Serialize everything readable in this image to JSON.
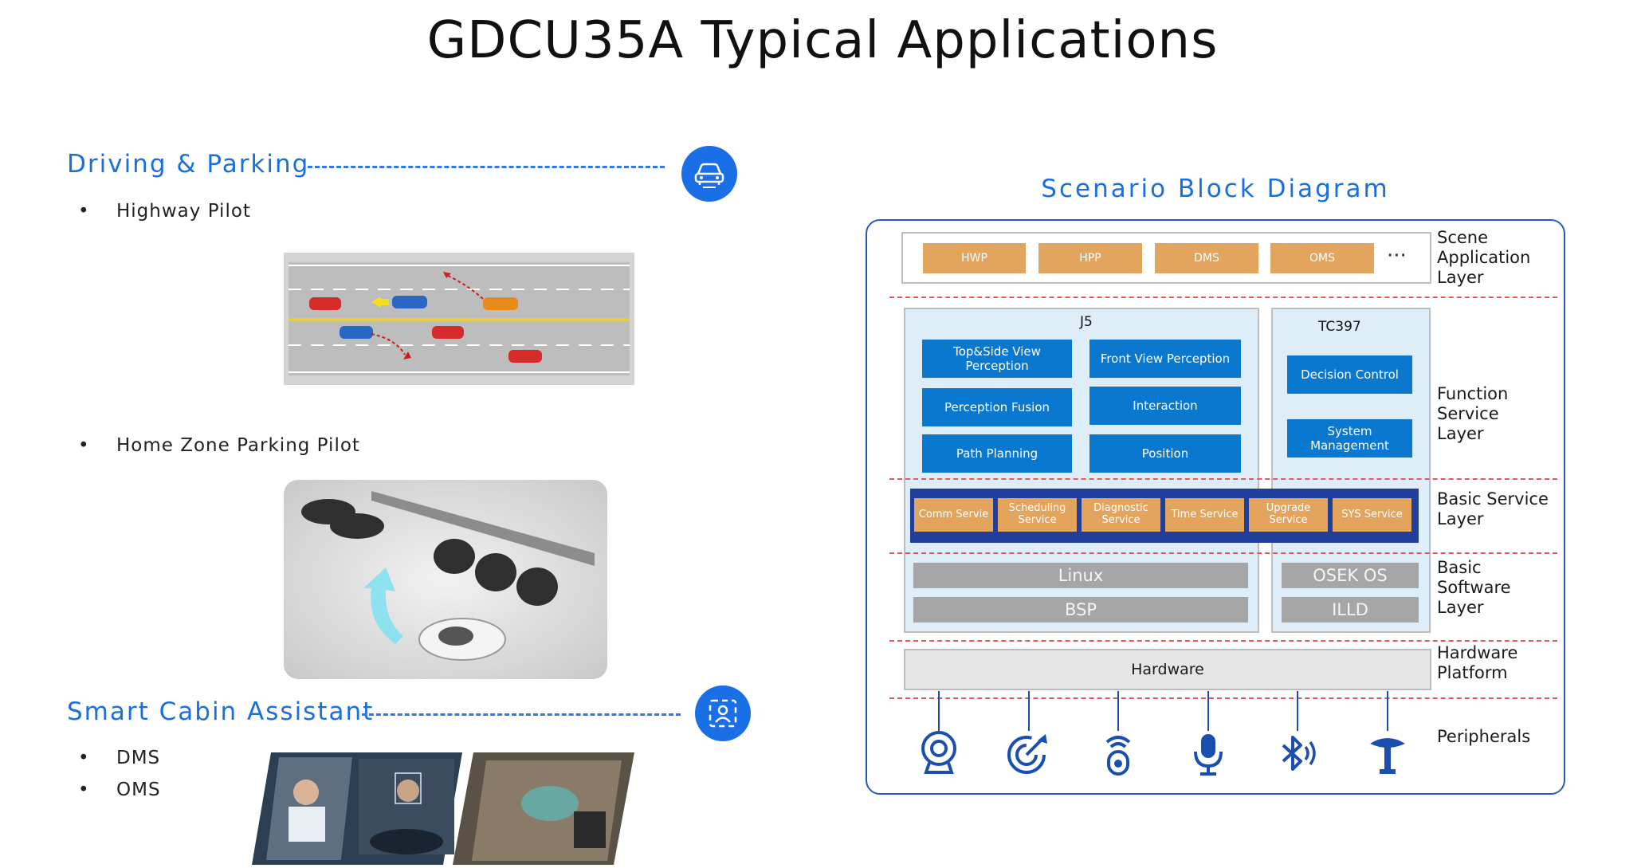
{
  "title": "GDCU35A Typical Applications",
  "left": {
    "driving": {
      "title": "Driving & Parking",
      "icon": "car-icon",
      "bullets": [
        "Highway Pilot",
        "Home Zone Parking Pilot"
      ]
    },
    "cabin": {
      "title": "Smart Cabin Assistant",
      "icon": "cabin-monitor-icon",
      "bullets": [
        "DMS",
        "OMS"
      ]
    }
  },
  "diagram": {
    "title": "Scenario Block Diagram",
    "scene_apps": [
      "HWP",
      "HPP",
      "DMS",
      "OMS"
    ],
    "scene_more": "···",
    "j5": {
      "label": "J5",
      "functions": [
        "Top&Side View Perception",
        "Front View Perception",
        "Perception Fusion",
        "Interaction",
        "Path Planning",
        "Position"
      ],
      "os": "Linux",
      "bsp": "BSP"
    },
    "tc397": {
      "label": "TC397",
      "functions": [
        "Decision Control",
        "System Management"
      ],
      "os": "OSEK OS",
      "illd": "ILLD"
    },
    "basic_services": [
      "Comm Servie",
      "Scheduling Service",
      "Diagnostic Service",
      "Time Service",
      "Upgrade Service",
      "SYS Service"
    ],
    "hardware": "Hardware",
    "layers": {
      "scene": "Scene\nApplication\nLayer",
      "function": "Function\nService\nLayer",
      "basic_service": "Basic Service\nLayer",
      "basic_software": "Basic\nSoftware\nLayer",
      "hardware": "Hardware\nPlatform",
      "peripherals": "Peripherals"
    },
    "peripheral_icons": [
      "camera-icon",
      "radar-icon",
      "ultrasonic-sensor-icon",
      "microphone-icon",
      "bluetooth-icon",
      "gnss-antenna-icon"
    ],
    "colors": {
      "accent": "#1a6fe0",
      "scene": "#e3a55e",
      "function": "#0a78cf",
      "service_bar": "#1f3f9a",
      "software": "#a6a6a6"
    }
  }
}
